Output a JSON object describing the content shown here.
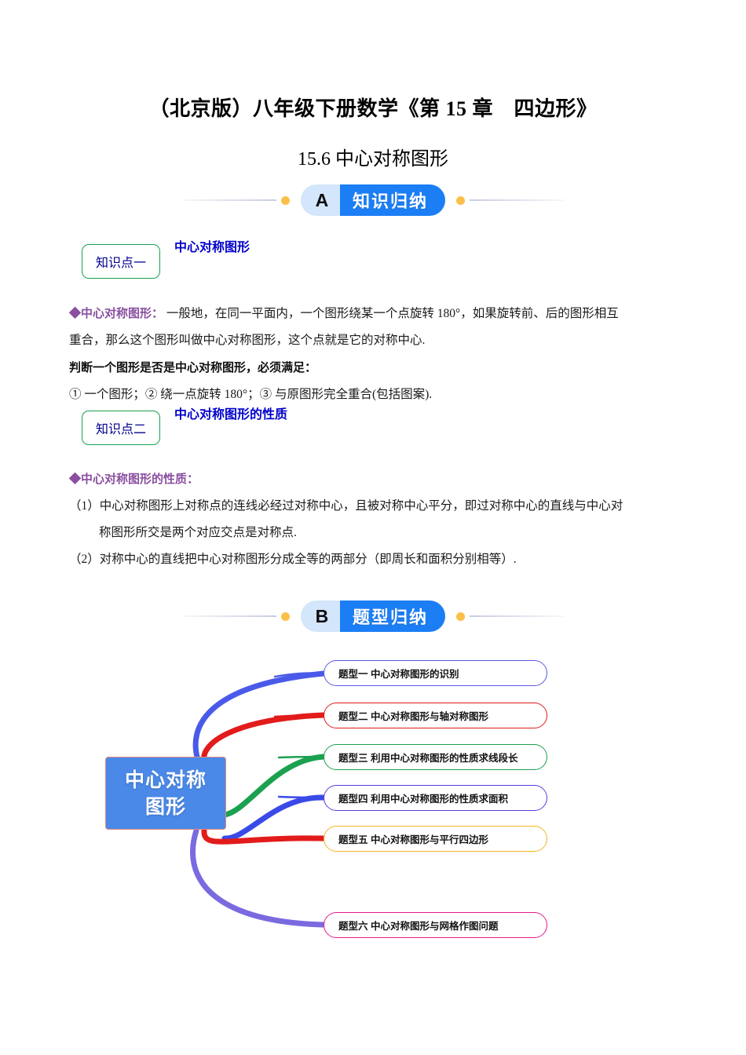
{
  "document": {
    "title": "（北京版）八年级下册数学《第 15 章　四边形》",
    "subtitle": "15.6 中心对称图形"
  },
  "sections": [
    {
      "letter": "A",
      "label": "知识归纳"
    },
    {
      "letter": "B",
      "label": "题型归纳"
    }
  ],
  "knowledge_points": [
    {
      "badge": "知识点一",
      "heading": "中心对称图形",
      "lead": "◆中心对称图形：",
      "definition_line1": "一般地，在同一平面内，一个图形绕某一个点旋转 180°，如果旋转前、后的图形相互",
      "definition_line2": "重合，那么这个图形叫做中心对称图形，这个点就是它的对称中心.",
      "condition_title": "判断一个图形是否是中心对称图形，必须满足：",
      "condition_items": "① 一个图形；② 绕一点旋转 180°；③ 与原图形完全重合(包括图案)."
    },
    {
      "badge": "知识点二",
      "heading": "中心对称图形的性质",
      "lead": "◆中心对称图形的性质：",
      "property_1_line1": "（1）中心对称图形上对称点的连线必经过对称中心，且被对称中心平分，即过对称中心的直线与中心对",
      "property_1_line2": "称图形所交是两个对应交点是对称点.",
      "property_2": "（2）对称中心的直线把中心对称图形分成全等的两部分（即周长和面积分别相等）."
    }
  ],
  "mindmap": {
    "center_line1": "中心对称",
    "center_line2": "图形",
    "center_fill": "#4a89e8",
    "nodes": [
      {
        "label": "题型一  中心对称图形的识别",
        "color": "#5a5ae0"
      },
      {
        "label": "题型二  中心对称图形与轴对称图形",
        "color": "#e21b1b"
      },
      {
        "label": "题型三  利用中心对称图形的性质求线段长",
        "color": "#1ba14f"
      },
      {
        "label": "题型四  利用中心对称图形的性质求面积",
        "color": "#5a3ce0"
      },
      {
        "label": "题型五  中心对称图形与平行四边形",
        "color": "#f0b521"
      },
      {
        "label": "题型六  中心对称图形与网格作图问题",
        "color": "#e41b8d"
      }
    ],
    "branch_colors": [
      "#4a5ae8",
      "#e21b1b",
      "#1ba14f",
      "#3a4ae8",
      "#e21b1b",
      "#7a6ae0"
    ]
  },
  "colors": {
    "banner_blue": "#1b7ef5",
    "banner_light_blue": "#d3e6fb",
    "banner_dot": "#fbc04a",
    "kp_border_green": "#18a050",
    "kp_text_blue": "#00008f",
    "heading_blue": "#0000cc",
    "lead_purple": "#8a4fa0"
  }
}
